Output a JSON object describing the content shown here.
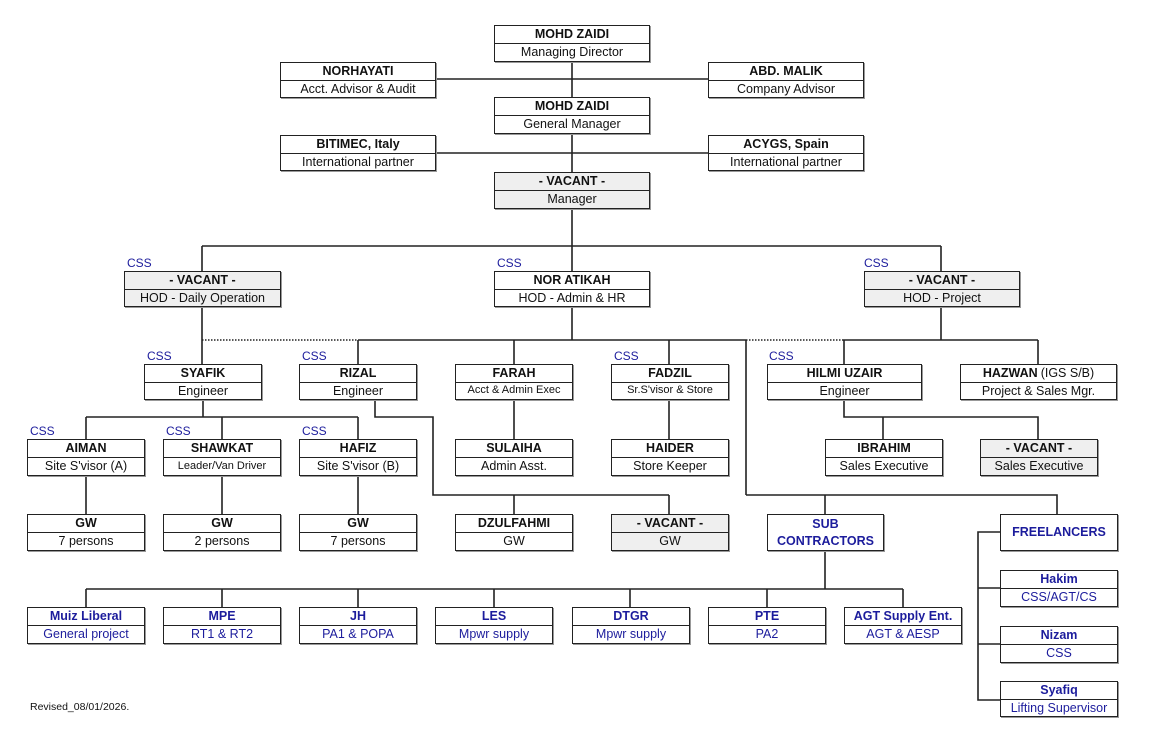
{
  "css_label": "CSS",
  "revised": "Revised_08/01/2026.",
  "boxes": {
    "md": {
      "name": "MOHD ZAIDI",
      "role": "Managing Director"
    },
    "norhayati": {
      "name": "NORHAYATI",
      "role": "Acct. Advisor & Audit"
    },
    "malik": {
      "name": "ABD. MALIK",
      "role": "Company Advisor"
    },
    "gm": {
      "name": "MOHD ZAIDI",
      "role": "General Manager"
    },
    "bitimec": {
      "name": "BITIMEC, Italy",
      "role": "International partner"
    },
    "acygs": {
      "name": "ACYGS, Spain",
      "role": "International partner"
    },
    "manager": {
      "name": "- VACANT -",
      "role": "Manager"
    },
    "hod_ops": {
      "name": "- VACANT -",
      "role": "HOD - Daily Operation"
    },
    "hod_admin": {
      "name": "NOR ATIKAH",
      "role": "HOD - Admin & HR"
    },
    "hod_proj": {
      "name": "- VACANT -",
      "role": "HOD - Project"
    },
    "syafik": {
      "name": "SYAFIK",
      "role": "Engineer"
    },
    "rizal": {
      "name": "RIZAL",
      "role": "Engineer"
    },
    "farah": {
      "name": "FARAH",
      "role": "Acct & Admin Exec"
    },
    "fadzil": {
      "name": "FADZIL",
      "role": "Sr.S'visor & Store"
    },
    "hilmi": {
      "name": "HILMI UZAIR",
      "role": "Engineer"
    },
    "hazwan": {
      "name": "HAZWAN",
      "name_suffix": "(IGS S/B)",
      "role": "Project & Sales Mgr."
    },
    "aiman": {
      "name": "AIMAN",
      "role": "Site S'visor (A)"
    },
    "shawkat": {
      "name": "SHAWKAT",
      "role": "Leader/Van Driver"
    },
    "hafiz": {
      "name": "HAFIZ",
      "role": "Site S'visor (B)"
    },
    "sulaiha": {
      "name": "SULAIHA",
      "role": "Admin Asst."
    },
    "haider": {
      "name": "HAIDER",
      "role": "Store Keeper"
    },
    "ibrahim": {
      "name": "IBRAHIM",
      "role": "Sales Executive"
    },
    "vac_sales": {
      "name": "- VACANT -",
      "role": "Sales Executive"
    },
    "gw_a": {
      "name": "GW",
      "role": "7 persons"
    },
    "gw_s": {
      "name": "GW",
      "role": "2 persons"
    },
    "gw_h": {
      "name": "GW",
      "role": "7 persons"
    },
    "dzulfahmi": {
      "name": "DZULFAHMI",
      "role": "GW"
    },
    "vac_gw": {
      "name": "- VACANT -",
      "role": "GW"
    },
    "subcon": {
      "name": "SUB CONTRACTORS"
    },
    "freelancers": {
      "name": "FREELANCERS"
    },
    "muiz": {
      "name": "Muiz Liberal",
      "role": "General project"
    },
    "mpe": {
      "name": "MPE",
      "role": "RT1 & RT2"
    },
    "jh": {
      "name": "JH",
      "role": "PA1 & POPA"
    },
    "les": {
      "name": "LES",
      "role": "Mpwr supply"
    },
    "dtgr": {
      "name": "DTGR",
      "role": "Mpwr supply"
    },
    "pte": {
      "name": "PTE",
      "role": "PA2"
    },
    "agt": {
      "name": "AGT Supply Ent.",
      "role": "AGT & AESP"
    },
    "hakim": {
      "name": "Hakim",
      "role": "CSS/AGT/CS"
    },
    "nizam": {
      "name": "Nizam",
      "role": "CSS"
    },
    "syafiq": {
      "name": "Syafiq",
      "role": "Lifting Supervisor"
    }
  }
}
